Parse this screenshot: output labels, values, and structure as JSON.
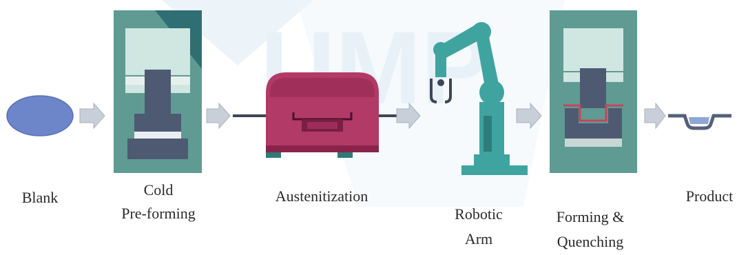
{
  "colors": {
    "press_frame": "#5f9b92",
    "press_frame_dark": "#2f6f74",
    "press_window": "#cfe6e1",
    "press_punch": "#4e5a72",
    "furnace": "#b23a66",
    "furnace_dark": "#8a234a",
    "robot": "#3fa4a0",
    "blank": "#6d86c9",
    "arrow": "#c9cfd8",
    "product": "#55607a",
    "watermark": "#d7e6f3"
  },
  "watermark_text": "UMP",
  "steps": [
    {
      "id": "blank",
      "lines": [
        "Blank"
      ],
      "icon": "blank-disc-icon"
    },
    {
      "id": "cold-preforming",
      "lines": [
        "Cold",
        "Pre-forming"
      ],
      "icon": "press-icon"
    },
    {
      "id": "austenitization",
      "lines": [
        "Austenitization"
      ],
      "icon": "furnace-icon"
    },
    {
      "id": "robotic-arm",
      "lines": [
        "Robotic",
        "Arm"
      ],
      "icon": "robot-arm-icon"
    },
    {
      "id": "forming-quenching",
      "lines": [
        "Forming &",
        "Quenching"
      ],
      "icon": "press-icon"
    },
    {
      "id": "product",
      "lines": [
        "Product"
      ],
      "icon": "formed-part-icon"
    }
  ]
}
